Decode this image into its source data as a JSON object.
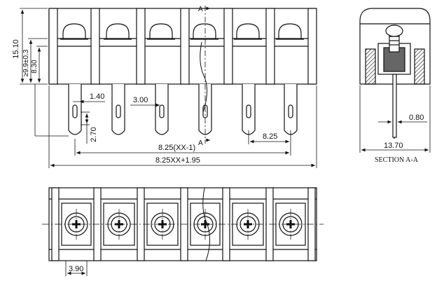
{
  "dimensions": {
    "height_total": "15.10",
    "height_mid": "≥9.9±0.3",
    "height_low": "8.30",
    "pin_width": "1.40",
    "slot_width": "3.00",
    "slot_length": "2.70",
    "pitch": "8.25",
    "span_pins": "8.25(XX-1)",
    "span_total": "8.25XX+1.95",
    "section_width": "13.70",
    "pin_thickness": "0.80",
    "bottom_offset": "3.90"
  },
  "labels": {
    "section_mark": "A",
    "section_caption": "SECTION A-A"
  },
  "colors": {
    "line": "#111111",
    "background": "#ffffff"
  }
}
